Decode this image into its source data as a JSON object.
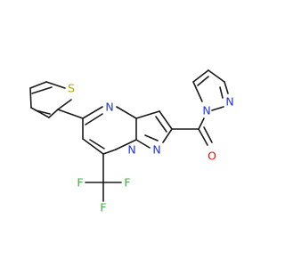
{
  "molecule": {
    "atoms": {
      "sulfur": "S",
      "nitrogen": "N",
      "oxygen": "O",
      "fluorine": "F"
    },
    "colors": {
      "sulfur": "#b8a200",
      "nitrogen": "#1f35d6",
      "oxygen": "#e01010",
      "fluorine": "#40b040",
      "bond": "#1a1a1a"
    }
  }
}
